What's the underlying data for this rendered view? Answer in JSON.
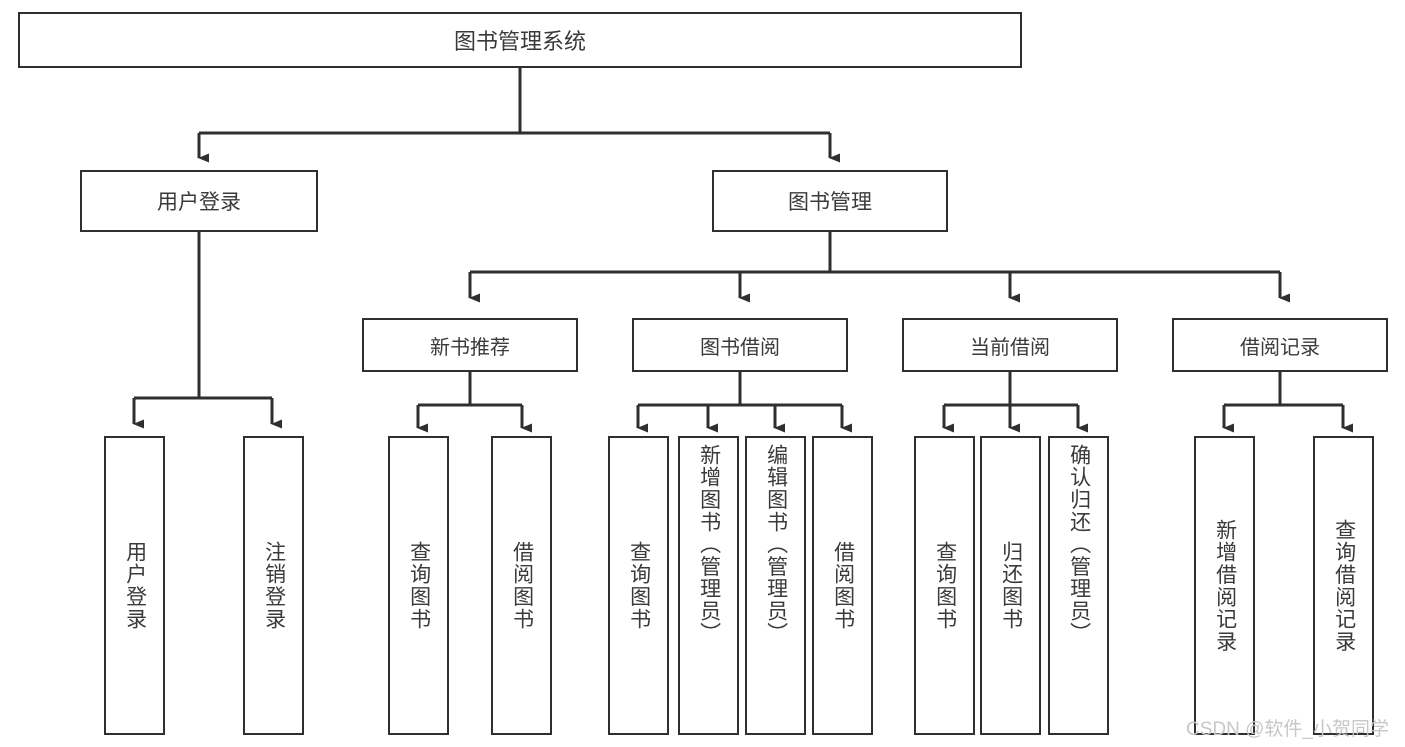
{
  "diagram": {
    "title": "图书管理系统",
    "type": "tree-hierarchy-chart",
    "watermark": "CSDN @软件_小贺同学",
    "colors": {
      "box_border": "#2f2f2f",
      "box_fill": "#ffffff",
      "text": "#3a3a3a",
      "connector": "#2f2f2f",
      "watermark": "#c7c7c7",
      "background": "#ffffff"
    }
  },
  "nodes": {
    "root": {
      "label": "图书管理系统"
    },
    "level2": [
      {
        "id": "user-login",
        "label": "用户登录"
      },
      {
        "id": "book-management",
        "label": "图书管理"
      }
    ],
    "level3": [
      {
        "id": "new-book-recommend",
        "label": "新书推荐"
      },
      {
        "id": "book-borrow",
        "label": "图书借阅"
      },
      {
        "id": "current-borrow",
        "label": "当前借阅"
      },
      {
        "id": "borrow-record",
        "label": "借阅记录"
      }
    ],
    "leaves": {
      "user_login": [
        {
          "id": "leaf-user-login",
          "label": "用户登录"
        },
        {
          "id": "leaf-logout-login",
          "label": "注销登录"
        }
      ],
      "new_book_recommend": [
        {
          "id": "leaf-query-book-1",
          "label": "查询图书"
        },
        {
          "id": "leaf-borrow-book-1",
          "label": "借阅图书"
        }
      ],
      "book_borrow": [
        {
          "id": "leaf-query-book-2",
          "label": "查询图书"
        },
        {
          "id": "leaf-add-book",
          "label": "新增图书（管理员）"
        },
        {
          "id": "leaf-edit-book",
          "label": "编辑图书（管理员）"
        },
        {
          "id": "leaf-borrow-book-2",
          "label": "借阅图书"
        }
      ],
      "current_borrow": [
        {
          "id": "leaf-query-book-3",
          "label": "查询图书"
        },
        {
          "id": "leaf-return-book",
          "label": "归还图书"
        },
        {
          "id": "leaf-confirm-return",
          "label": "确认归还（管理员）"
        }
      ],
      "borrow_record": [
        {
          "id": "leaf-add-borrow-record",
          "label": "新增借阅记录"
        },
        {
          "id": "leaf-query-borrow-record",
          "label": "查询借阅记录"
        }
      ]
    }
  }
}
